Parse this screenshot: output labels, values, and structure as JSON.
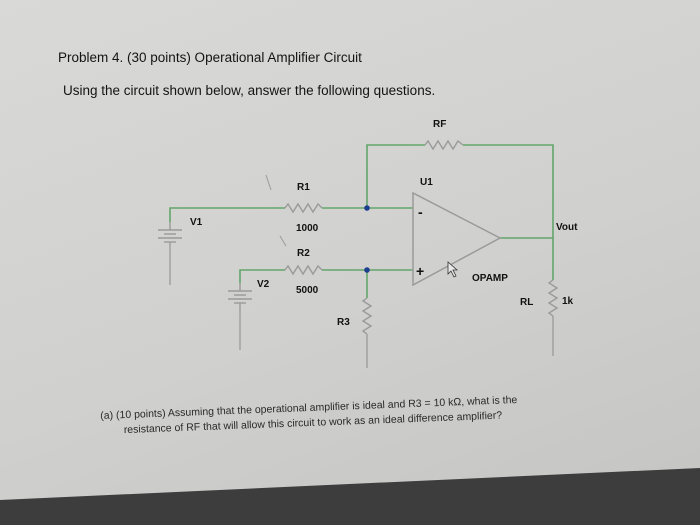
{
  "problem": {
    "title": "Problem 4. (30 points) Operational Amplifier Circuit",
    "instruction": "Using the circuit shown below, answer the following questions."
  },
  "circuit": {
    "labels": {
      "rf": "RF",
      "u1": "U1",
      "r1": "R1",
      "r1_value": "1000",
      "r2": "R2",
      "r2_value": "5000",
      "v1": "V1",
      "v2": "V2",
      "r3": "R3",
      "vout": "Vout",
      "opamp": "OPAMP",
      "rl": "RL",
      "rl_value": "1k",
      "minus": "-",
      "plus": "+"
    },
    "colors": {
      "wire": "#63a66b",
      "component": "#9a9a9a",
      "node": "#1e3f8f"
    }
  },
  "question_a": {
    "label": "(a)",
    "line1": "(10 points) Assuming that the operational amplifier is ideal and R3 = 10 kΩ, what is the",
    "line2": "resistance of RF that will allow this circuit to work as an ideal difference amplifier?"
  }
}
